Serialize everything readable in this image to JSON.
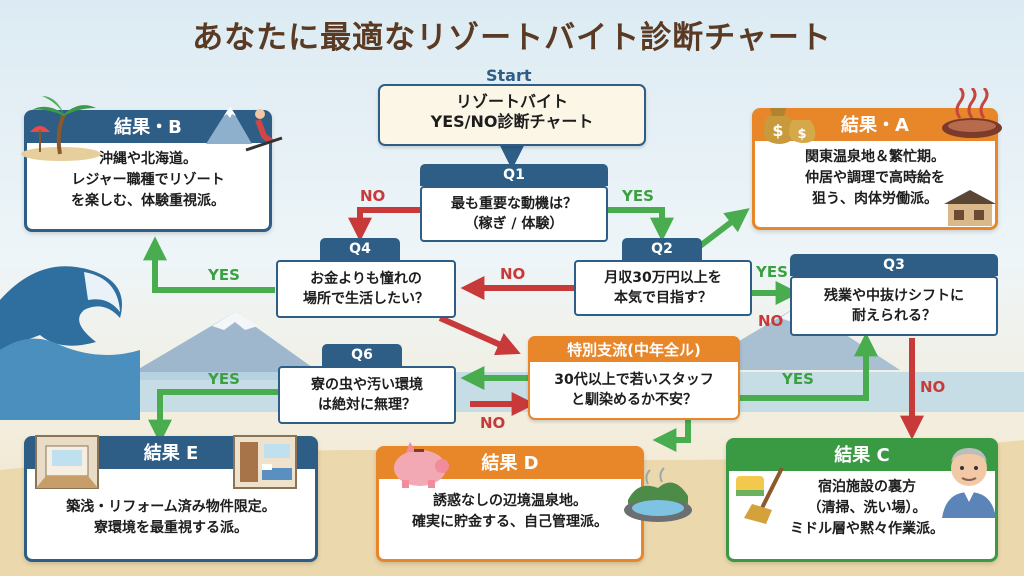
{
  "title": "あなたに最適なリゾートバイト診断チャート",
  "start": {
    "label": "Start",
    "line1": "リゾートバイト",
    "line2": "YES/NO診断チャート"
  },
  "q1": {
    "label": "Q1",
    "line1": "最も重要な動機は？",
    "line2": "（稼ぎ / 体験）"
  },
  "q2": {
    "label": "Q2",
    "line1": "月収30万円以上を",
    "line2": "本気で目指す？"
  },
  "q3": {
    "label": "Q3",
    "line1": "残業や中抜けシフトに",
    "line2": "耐えられる？"
  },
  "q4": {
    "label": "Q4",
    "line1": "お金よりも憧れの",
    "line2": "場所で生活したい？"
  },
  "q6": {
    "label": "Q6",
    "line1": "寮の虫や汚い環境",
    "line2": "は絶対に無理？"
  },
  "special": {
    "label": "特別支流(中年全ル)",
    "line1": "30代以上で若いスタッフ",
    "line2": "と馴染めるか不安？"
  },
  "result_a": {
    "label": "結果・A",
    "line1": "関東温泉地＆繁忙期。",
    "line2": "仲居や調理で高時給を",
    "line3": "狙う、肉体労働派。"
  },
  "result_b": {
    "label": "結果・B",
    "line1": "沖縄や北海道。",
    "line2": "レジャー職種でリゾート",
    "line3": "を楽しむ、体験重視派。"
  },
  "result_c": {
    "label": "結果 C",
    "line1": "宿泊施設の裏方",
    "line2": "（清掃、洗い場）。",
    "line3": "ミドル層や黙々作業派。"
  },
  "result_d": {
    "label": "結果 D",
    "line1": "誘惑なしの辺境温泉地。",
    "line2": "確実に貯金する、自己管理派。"
  },
  "result_e": {
    "label": "結果 E",
    "line1": "築浅・リフォーム済み物件限定。",
    "line2": "寮環境を最重視する派。"
  },
  "labels": {
    "yes": "YES",
    "no": "NO"
  },
  "colors": {
    "blue": "#2e5d86",
    "orange": "#e8862a",
    "green": "#3a9a44",
    "red": "#c8393a",
    "yes_arrow": "#49ad4f"
  },
  "icons": [
    "palm-tree-icon",
    "mountain-icon",
    "skier-icon",
    "money-bag-icon",
    "onsen-icon",
    "ryokan-icon",
    "piggy-bank-icon",
    "hot-spring-pool-icon",
    "room-icon",
    "dorm-room-icon",
    "sponge-icon",
    "broom-icon",
    "elderly-man-icon",
    "wave-icon"
  ]
}
